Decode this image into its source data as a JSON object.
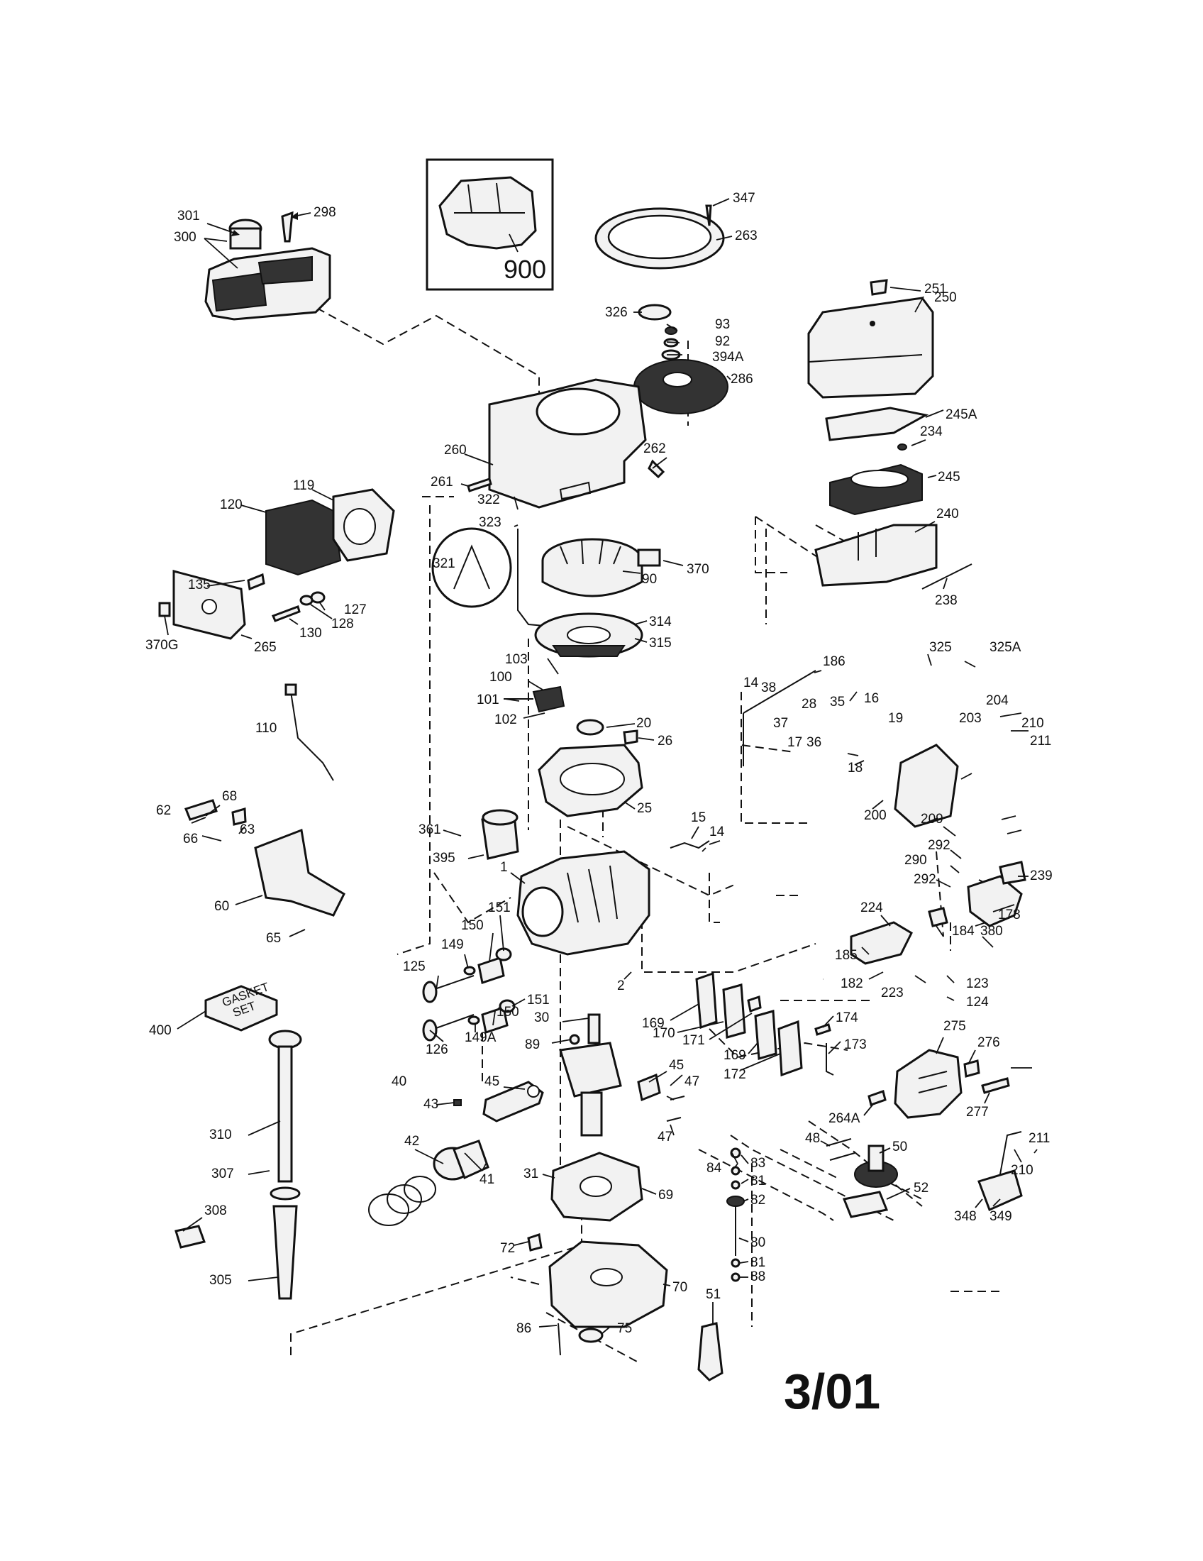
{
  "document": {
    "revision": "3/01",
    "inset_label": "900",
    "gasket_set_line1": "GASKET",
    "gasket_set_line2": "SET"
  },
  "parts": [
    {
      "id": "p301",
      "text": "301"
    },
    {
      "id": "p298",
      "text": "298"
    },
    {
      "id": "p300",
      "text": "300"
    },
    {
      "id": "p347",
      "text": "347"
    },
    {
      "id": "p263",
      "text": "263"
    },
    {
      "id": "p251",
      "text": "251"
    },
    {
      "id": "p250",
      "text": "250"
    },
    {
      "id": "p326",
      "text": "326"
    },
    {
      "id": "p93",
      "text": "93"
    },
    {
      "id": "p92",
      "text": "92"
    },
    {
      "id": "p394A",
      "text": "394A"
    },
    {
      "id": "p286",
      "text": "286"
    },
    {
      "id": "p245A",
      "text": "245A"
    },
    {
      "id": "p234",
      "text": "234"
    },
    {
      "id": "p245",
      "text": "245"
    },
    {
      "id": "p260",
      "text": "260"
    },
    {
      "id": "p262",
      "text": "262"
    },
    {
      "id": "p261",
      "text": "261"
    },
    {
      "id": "p119",
      "text": "119"
    },
    {
      "id": "p120",
      "text": "120"
    },
    {
      "id": "p322",
      "text": "322"
    },
    {
      "id": "p323",
      "text": "323"
    },
    {
      "id": "p240",
      "text": "240"
    },
    {
      "id": "p370",
      "text": "370"
    },
    {
      "id": "p90",
      "text": "90"
    },
    {
      "id": "p238",
      "text": "238"
    },
    {
      "id": "p321",
      "text": "321"
    },
    {
      "id": "p135",
      "text": "135"
    },
    {
      "id": "p127",
      "text": "127"
    },
    {
      "id": "p128",
      "text": "128"
    },
    {
      "id": "p130",
      "text": "130"
    },
    {
      "id": "p370G",
      "text": "370G"
    },
    {
      "id": "p265",
      "text": "265"
    },
    {
      "id": "p314",
      "text": "314"
    },
    {
      "id": "p315",
      "text": "315"
    },
    {
      "id": "p325",
      "text": "325"
    },
    {
      "id": "p325A",
      "text": "325A"
    },
    {
      "id": "p103",
      "text": "103"
    },
    {
      "id": "p186",
      "text": "186"
    },
    {
      "id": "p100",
      "text": "100"
    },
    {
      "id": "p101",
      "text": "101"
    },
    {
      "id": "p102",
      "text": "102"
    },
    {
      "id": "p14a",
      "text": "14"
    },
    {
      "id": "p38",
      "text": "38"
    },
    {
      "id": "p16",
      "text": "16"
    },
    {
      "id": "p204",
      "text": "204"
    },
    {
      "id": "p28",
      "text": "28"
    },
    {
      "id": "p35",
      "text": "35"
    },
    {
      "id": "p19",
      "text": "19"
    },
    {
      "id": "p203",
      "text": "203"
    },
    {
      "id": "p37",
      "text": "37"
    },
    {
      "id": "p110",
      "text": "110"
    },
    {
      "id": "p20",
      "text": "20"
    },
    {
      "id": "p17",
      "text": "17"
    },
    {
      "id": "p36",
      "text": "36"
    },
    {
      "id": "p26",
      "text": "26"
    },
    {
      "id": "p210a",
      "text": "210"
    },
    {
      "id": "p211a",
      "text": "211"
    },
    {
      "id": "p18",
      "text": "18"
    },
    {
      "id": "p68",
      "text": "68"
    },
    {
      "id": "p25",
      "text": "25"
    },
    {
      "id": "p200",
      "text": "200"
    },
    {
      "id": "p209",
      "text": "209"
    },
    {
      "id": "p62",
      "text": "62"
    },
    {
      "id": "p63",
      "text": "63"
    },
    {
      "id": "p15",
      "text": "15"
    },
    {
      "id": "p361",
      "text": "361"
    },
    {
      "id": "p14b",
      "text": "14"
    },
    {
      "id": "p66",
      "text": "66"
    },
    {
      "id": "p395",
      "text": "395"
    },
    {
      "id": "p292a",
      "text": "292"
    },
    {
      "id": "p290",
      "text": "290"
    },
    {
      "id": "p292b",
      "text": "292"
    },
    {
      "id": "p239",
      "text": "239"
    },
    {
      "id": "p1",
      "text": "1"
    },
    {
      "id": "p60",
      "text": "60"
    },
    {
      "id": "p224",
      "text": "224"
    },
    {
      "id": "p178",
      "text": "178"
    },
    {
      "id": "p151a",
      "text": "151"
    },
    {
      "id": "p150a",
      "text": "150"
    },
    {
      "id": "p184",
      "text": "184"
    },
    {
      "id": "p380",
      "text": "380"
    },
    {
      "id": "p65",
      "text": "65"
    },
    {
      "id": "p149",
      "text": "149"
    },
    {
      "id": "p185",
      "text": "185"
    },
    {
      "id": "p125",
      "text": "125"
    },
    {
      "id": "p2",
      "text": "2"
    },
    {
      "id": "p182",
      "text": "182"
    },
    {
      "id": "p223",
      "text": "223"
    },
    {
      "id": "p123",
      "text": "123"
    },
    {
      "id": "p124",
      "text": "124"
    },
    {
      "id": "p151b",
      "text": "151"
    },
    {
      "id": "p150b",
      "text": "150"
    },
    {
      "id": "p174",
      "text": "174"
    },
    {
      "id": "p149A",
      "text": "149A"
    },
    {
      "id": "p400",
      "text": "400"
    },
    {
      "id": "p169a",
      "text": "169"
    },
    {
      "id": "p170",
      "text": "170"
    },
    {
      "id": "p30",
      "text": "30"
    },
    {
      "id": "p171",
      "text": "171"
    },
    {
      "id": "p126",
      "text": "126"
    },
    {
      "id": "p173",
      "text": "173"
    },
    {
      "id": "p275",
      "text": "275"
    },
    {
      "id": "p89",
      "text": "89"
    },
    {
      "id": "p169b",
      "text": "169"
    },
    {
      "id": "p276",
      "text": "276"
    },
    {
      "id": "p172",
      "text": "172"
    },
    {
      "id": "p45a",
      "text": "45"
    },
    {
      "id": "p40",
      "text": "40"
    },
    {
      "id": "p45b",
      "text": "45"
    },
    {
      "id": "p47a",
      "text": "47"
    },
    {
      "id": "p43",
      "text": "43"
    },
    {
      "id": "p264A",
      "text": "264A"
    },
    {
      "id": "p277",
      "text": "277"
    },
    {
      "id": "p310",
      "text": "310"
    },
    {
      "id": "p47b",
      "text": "47"
    },
    {
      "id": "p42",
      "text": "42"
    },
    {
      "id": "p211b",
      "text": "211"
    },
    {
      "id": "p48",
      "text": "48"
    },
    {
      "id": "p50",
      "text": "50"
    },
    {
      "id": "p84",
      "text": "84"
    },
    {
      "id": "p83",
      "text": "83"
    },
    {
      "id": "p307",
      "text": "307"
    },
    {
      "id": "p41",
      "text": "41"
    },
    {
      "id": "p210b",
      "text": "210"
    },
    {
      "id": "p31",
      "text": "31"
    },
    {
      "id": "p81a",
      "text": "81"
    },
    {
      "id": "p52",
      "text": "52"
    },
    {
      "id": "p69",
      "text": "69"
    },
    {
      "id": "p308",
      "text": "308"
    },
    {
      "id": "p82",
      "text": "82"
    },
    {
      "id": "p348",
      "text": "348"
    },
    {
      "id": "p349",
      "text": "349"
    },
    {
      "id": "p80",
      "text": "80"
    },
    {
      "id": "p72",
      "text": "72"
    },
    {
      "id": "p305",
      "text": "305"
    },
    {
      "id": "p81b",
      "text": "81"
    },
    {
      "id": "p88",
      "text": "88"
    },
    {
      "id": "p51",
      "text": "51"
    },
    {
      "id": "p70",
      "text": "70"
    },
    {
      "id": "p86",
      "text": "86"
    },
    {
      "id": "p75",
      "text": "75"
    }
  ]
}
